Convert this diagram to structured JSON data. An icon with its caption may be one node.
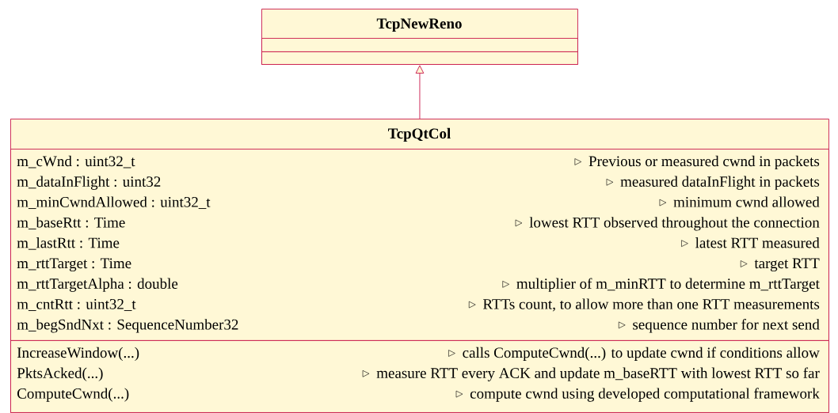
{
  "diagram": {
    "nodes": [
      {
        "text": [
          "TcpNewReno"
        ]
      },
      {
        "text": [],
        "shape": "box",
        "in": 0
      },
      {
        "text": [],
        "shape": "box",
        "in": 0
      },
      {
        "text": [
          "TcpQtCol"
        ]
      },
      {
        "text": [
          "m_cWnd : uint32_t",
          "Previous or measured cwnd in packets",
          "m_dataInFlight : uint32",
          "measured dataInFlight in packets",
          "m_minCwndAllowed : uint32_t",
          "minimum cwnd allowed",
          "m_baseRtt : Time",
          "lowest RTT observed throughout the connection",
          "m_lastRtt : Time",
          "latest RTT measured",
          "m_rttTarget : Time",
          "target RTT",
          "m_rttTargetAlpha : double",
          "multiplier of m_minRTT to determine m_rttTarget",
          "m_cntRtt : uint32_t",
          "RTTs count, to allow more than one RTT measurements",
          "m_begSndNxt : SequenceNumber32",
          "sequence number for next send"
        ],
        "in": 3
      },
      {
        "text": [
          "IncreaseWindow(...)",
          "calls ComputeCwnd(...) to update cwnd if conditions allow",
          "PktsAcked(...)",
          "measure RTT every ACK and update m_baseRTT with lowest RTT so far",
          "ComputeCwnd(...)",
          "compute cwnd using developed computational framework"
        ],
        "in": 3
      }
    ],
    "edges": [
      {
        "from": 3,
        "to": 0,
        "arrow": "to"
      }
    ]
  }
}
